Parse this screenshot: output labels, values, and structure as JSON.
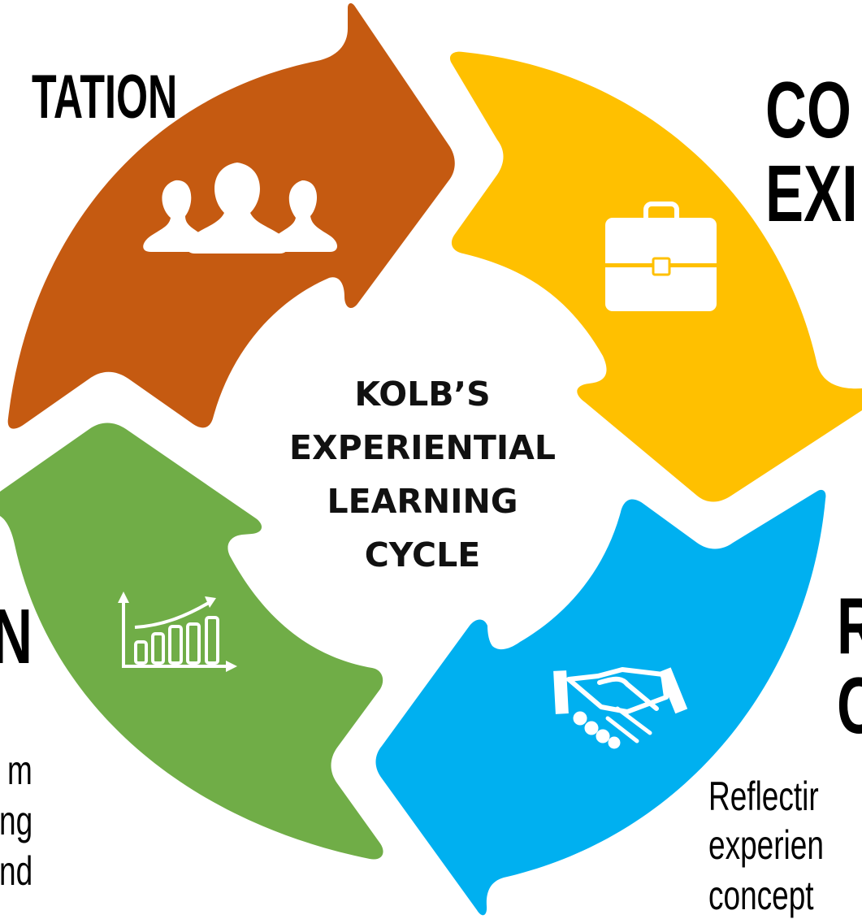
{
  "center": {
    "lines": [
      "KOLB’S",
      "EXPERIENTIAL",
      "LEARNING",
      "CYCLE"
    ]
  },
  "stages": {
    "top_left": {
      "heading": "TATION",
      "color": "#C55A11",
      "icon": "people-group-icon"
    },
    "top_right": {
      "heading_lines": [
        "CO",
        "EXI"
      ],
      "color": "#FFC000",
      "icon": "briefcase-icon"
    },
    "bottom_right": {
      "heading_lines": [
        "R",
        "C"
      ],
      "description_lines": [
        "Reflectir",
        "experien",
        "concept"
      ],
      "color": "#00B0F0",
      "icon": "handshake-icon"
    },
    "bottom_left": {
      "heading": "N",
      "description_lines": [
        "m",
        "ng",
        "nd"
      ],
      "color": "#70AD47",
      "icon": "growth-chart-icon"
    }
  }
}
